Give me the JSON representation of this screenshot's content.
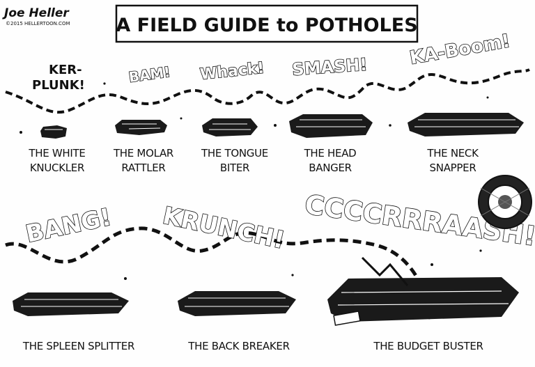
{
  "title": "A FIELD GUIDE to POTHOLES",
  "signature": "Joe Heller",
  "credit": "©2015 HELLERTOON.COM",
  "row1": {
    "sound_effects": [
      "KER-",
      "PLUNK!",
      "BAM!",
      "Whack!",
      "SMASH!",
      "KA-Boom!"
    ],
    "captions": [
      {
        "line1": "THE WHITE",
        "line2": "KNUCKLER"
      },
      {
        "line1": "THE MOLAR",
        "line2": "RATTLER"
      },
      {
        "line1": "THE TONGUE",
        "line2": "BITER"
      },
      {
        "line1": "THE HEAD",
        "line2": "BANGER"
      },
      {
        "line1": "THE NECK",
        "line2": "SNAPPER"
      }
    ]
  },
  "row2": {
    "sound_effects": [
      "BANG!",
      "KRUNCH!",
      "CCCCRRRAASH!"
    ],
    "captions": [
      "THE SPLEEN SPLITTER",
      "THE BACK BREAKER",
      "THE BUDGET BUSTER"
    ]
  }
}
